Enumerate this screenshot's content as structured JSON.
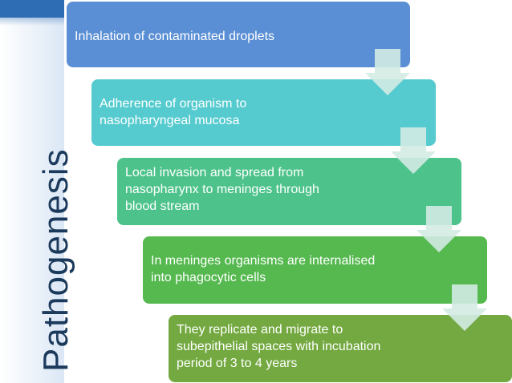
{
  "title": "Pathogenesis",
  "steps": [
    {
      "text": "Inhalation of contaminated droplets",
      "color": "#5a8fd5"
    },
    {
      "text": "Adherence of organism to\nnasopharyngeal mucosa",
      "color": "#55cbcf"
    },
    {
      "text": "Local invasion and spread from\nnasopharynx to meninges through\nblood stream",
      "color": "#4dc38b"
    },
    {
      "text": "In meninges organisms are internalised\ninto phagocytic cells",
      "color": "#55b94f"
    },
    {
      "text": "They replicate and migrate to\nsubepithelial spaces with incubation\nperiod of 3 to 4 years",
      "color": "#73a940"
    }
  ],
  "arrow_color": "#d3ebe3",
  "accent_color": "#2e6db3"
}
